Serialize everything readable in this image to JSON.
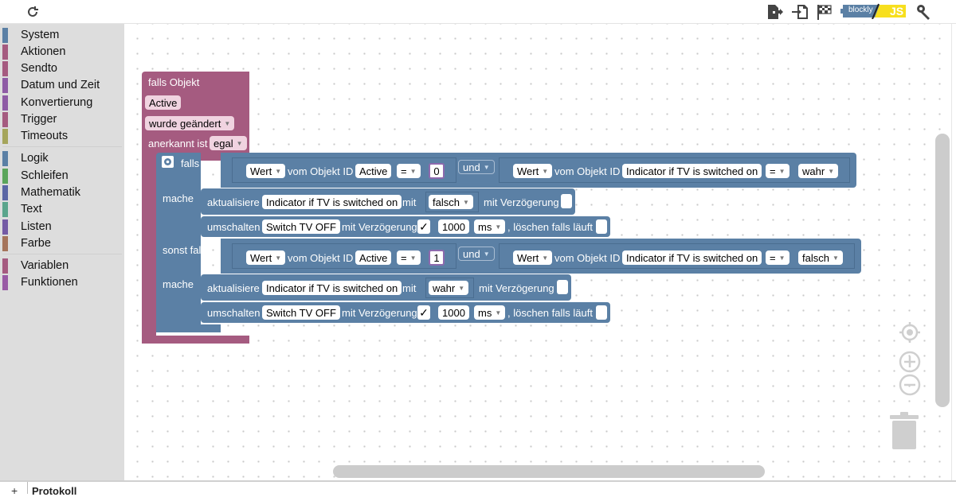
{
  "toolbar": {
    "refresh_icon": "refresh-icon",
    "export_icon": "export-icon",
    "import_icon": "import-icon",
    "checkered_flag_icon": "checkered-flag-icon",
    "logo_text": "blockly",
    "logo_js": "JS",
    "wrench_icon": "wrench-icon"
  },
  "sidebar": {
    "categories": [
      {
        "label": "System",
        "color": "#5b80a5"
      },
      {
        "label": "Aktionen",
        "color": "#a55b80"
      },
      {
        "label": "Sendto",
        "color": "#a55b80"
      },
      {
        "label": "Datum und Zeit",
        "color": "#8e5ba5"
      },
      {
        "label": "Konvertierung",
        "color": "#8e5ba5"
      },
      {
        "label": "Trigger",
        "color": "#a55b80"
      },
      {
        "label": "Timeouts",
        "color": "#a5a55b"
      },
      {
        "label": "Logik",
        "color": "#5b80a5"
      },
      {
        "label": "Schleifen",
        "color": "#5ba55b"
      },
      {
        "label": "Mathematik",
        "color": "#5b67a5"
      },
      {
        "label": "Text",
        "color": "#5ba58c"
      },
      {
        "label": "Listen",
        "color": "#745ba5"
      },
      {
        "label": "Farbe",
        "color": "#a5745b"
      },
      {
        "label": "Variablen",
        "color": "#a55b80"
      },
      {
        "label": "Funktionen",
        "color": "#995ba5"
      }
    ]
  },
  "trigger": {
    "title": "falls Objekt",
    "object": "Active",
    "event": "wurde geändert",
    "ack_label": "anerkannt ist",
    "ack_value": "egal"
  },
  "if_block": {
    "falls": "falls",
    "mache": "mache",
    "sonst_falls": "sonst falls",
    "mache2": "mache",
    "gear_icon": "gear-icon",
    "cond1": {
      "left": {
        "wert": "Wert",
        "vom": "vom Objekt ID",
        "id": "Active",
        "op": "=",
        "num": "0"
      },
      "und": "und",
      "right": {
        "wert": "Wert",
        "vom": "vom Objekt ID",
        "id": "Indicator if TV is switched on",
        "op": "=",
        "val": "wahr"
      }
    },
    "cond2": {
      "left": {
        "wert": "Wert",
        "vom": "vom Objekt ID",
        "id": "Active",
        "op": "=",
        "num": "1"
      },
      "und": "und",
      "right": {
        "wert": "Wert",
        "vom": "vom Objekt ID",
        "id": "Indicator if TV is switched on",
        "op": "=",
        "val": "falsch"
      }
    },
    "do1": {
      "update": {
        "label": "aktualisiere",
        "id": "Indicator if TV is switched on",
        "mit": "mit",
        "value": "falsch",
        "delay": "mit Verzögerung"
      },
      "toggle": {
        "label": "umschalten",
        "id": "Switch TV OFF",
        "delay": "mit Verzögerung",
        "check": "✓",
        "ms_value": "1000",
        "unit": "ms",
        "clear": ", löschen falls läuft"
      }
    },
    "do2": {
      "update": {
        "label": "aktualisiere",
        "id": "Indicator if TV is switched on",
        "mit": "mit",
        "value": "wahr",
        "delay": "mit Verzögerung"
      },
      "toggle": {
        "label": "umschalten",
        "id": "Switch TV OFF",
        "delay": "mit Verzögerung",
        "check": "✓",
        "ms_value": "1000",
        "unit": "ms",
        "clear": ", löschen falls läuft"
      }
    }
  },
  "workspace": {
    "center_icon": "target-icon",
    "zoom_in_icon": "zoom-in-icon",
    "zoom_out_icon": "zoom-out-icon",
    "trash_icon": "trash-icon"
  },
  "bottom": {
    "add": "+",
    "tab_label": "Protokoll"
  }
}
